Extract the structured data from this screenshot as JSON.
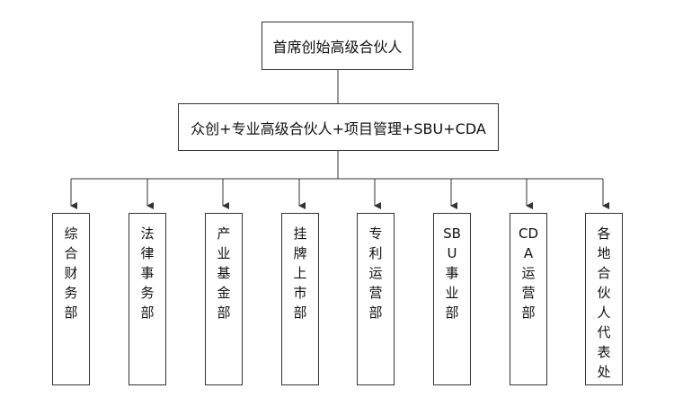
{
  "org_chart": {
    "root": "首席创始高级合伙人",
    "second": "众创+专业高级合伙人+项目管理+SBU+CDA",
    "departments": [
      {
        "label": "综合财务部"
      },
      {
        "label": "法律事务部"
      },
      {
        "label": "产业基金部"
      },
      {
        "label": "挂牌上市部"
      },
      {
        "label": "专利运营部"
      },
      {
        "label": "SBU事业部"
      },
      {
        "label": "CDA运营部"
      },
      {
        "label": "各地合伙人代表处"
      }
    ]
  },
  "colors": {
    "line": "#333333",
    "box_border": "#333333",
    "background": "#ffffff"
  }
}
